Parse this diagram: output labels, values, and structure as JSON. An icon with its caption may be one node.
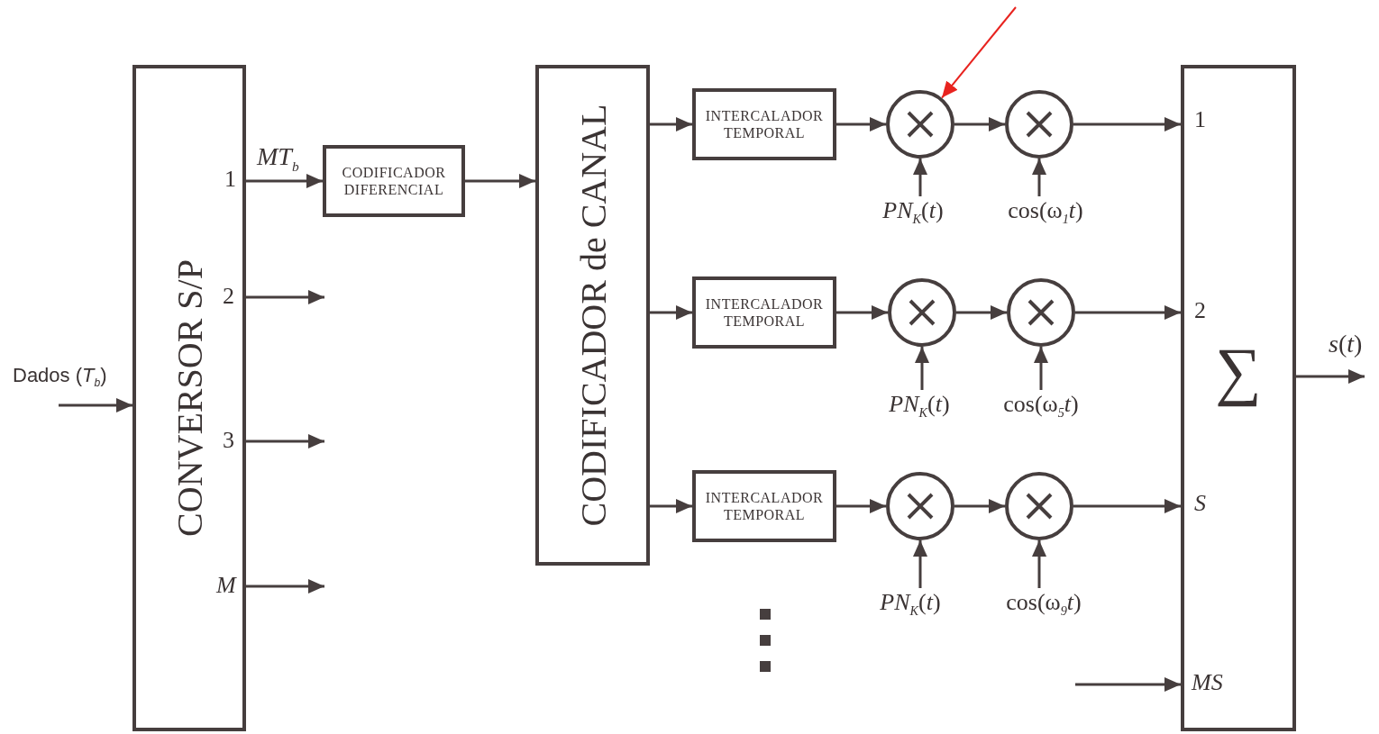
{
  "diagram": {
    "nodes": [
      {
        "text": [
          "CONVERSOR S/P"
        ]
      },
      {
        "text": [
          "CODIFICADOR DIFERENCIAL"
        ]
      },
      {
        "text": [
          "CODIFICADOR de CANAL"
        ]
      },
      {
        "text": [
          "INTERCALADOR TEMPORAL"
        ]
      },
      {
        "text": [
          "INTERCALADOR TEMPORAL"
        ]
      },
      {
        "text": [
          "INTERCALADOR TEMPORAL"
        ]
      },
      {
        "text": [],
        "shape": "circle"
      },
      {
        "text": [],
        "shape": "circle"
      },
      {
        "text": [],
        "shape": "circle"
      },
      {
        "text": [],
        "shape": "circle"
      },
      {
        "text": [],
        "shape": "circle"
      },
      {
        "text": [],
        "shape": "circle"
      },
      {
        "text": [
          "∑"
        ]
      },
      {
        "text": [
          "*PN*$_{K}$(*t*)"
        ]
      },
      {
        "text": [
          "cos(ω$_{1}$*t*)"
        ]
      },
      {
        "text": [
          "*PN*$_{K}$(*t*)"
        ]
      },
      {
        "text": [
          "cos(ω$_{5}$*t*)"
        ]
      },
      {
        "text": [
          "*PN*$_{K}$(*t*)"
        ]
      },
      {
        "text": [
          "cos(ω$_{9}$*t*)"
        ]
      }
    ],
    "edges": [
      {
        "from": null,
        "to": 0,
        "arrow": "to",
        "label": "Dados (*T*$_{b}$)"
      },
      {
        "from": 0,
        "to": 1,
        "arrow": "to",
        "label": "*MT*$_{b}$"
      },
      {
        "from": 0,
        "to": null,
        "arrow": "to"
      },
      {
        "from": 0,
        "to": null,
        "arrow": "to"
      },
      {
        "from": 0,
        "to": null,
        "arrow": "to"
      },
      {
        "from": 1,
        "to": 2,
        "arrow": "to"
      },
      {
        "from": 2,
        "to": 3,
        "arrow": "to"
      },
      {
        "from": 2,
        "to": 4,
        "arrow": "to"
      },
      {
        "from": 2,
        "to": 5,
        "arrow": "to"
      },
      {
        "from": 3,
        "to": 6,
        "arrow": "to"
      },
      {
        "from": 6,
        "to": 7,
        "arrow": "to"
      },
      {
        "from": 7,
        "to": 12,
        "arrow": "to"
      },
      {
        "from": 4,
        "to": 8,
        "arrow": "to"
      },
      {
        "from": 8,
        "to": 9,
        "arrow": "to"
      },
      {
        "from": 9,
        "to": 12,
        "arrow": "to"
      },
      {
        "from": 5,
        "to": 10,
        "arrow": "to"
      },
      {
        "from": 10,
        "to": 11,
        "arrow": "to"
      },
      {
        "from": 11,
        "to": 12,
        "arrow": "to"
      },
      {
        "from": 13,
        "to": 6,
        "arrow": "to"
      },
      {
        "from": 14,
        "to": 7,
        "arrow": "to"
      },
      {
        "from": 15,
        "to": 8,
        "arrow": "to"
      },
      {
        "from": 16,
        "to": 9,
        "arrow": "to"
      },
      {
        "from": 17,
        "to": 10,
        "arrow": "to"
      },
      {
        "from": 18,
        "to": 11,
        "arrow": "to"
      },
      {
        "from": null,
        "to": 12,
        "arrow": "to"
      },
      {
        "from": 12,
        "to": null,
        "arrow": "to",
        "label": "*s*(*t*)"
      },
      {
        "from": null,
        "to": 6,
        "arrow": "to",
        "color": "#e8231f"
      }
    ],
    "labels": [
      "1",
      "2",
      "3",
      "*M*",
      "1",
      "2",
      "*S*",
      "*MS*"
    ]
  }
}
